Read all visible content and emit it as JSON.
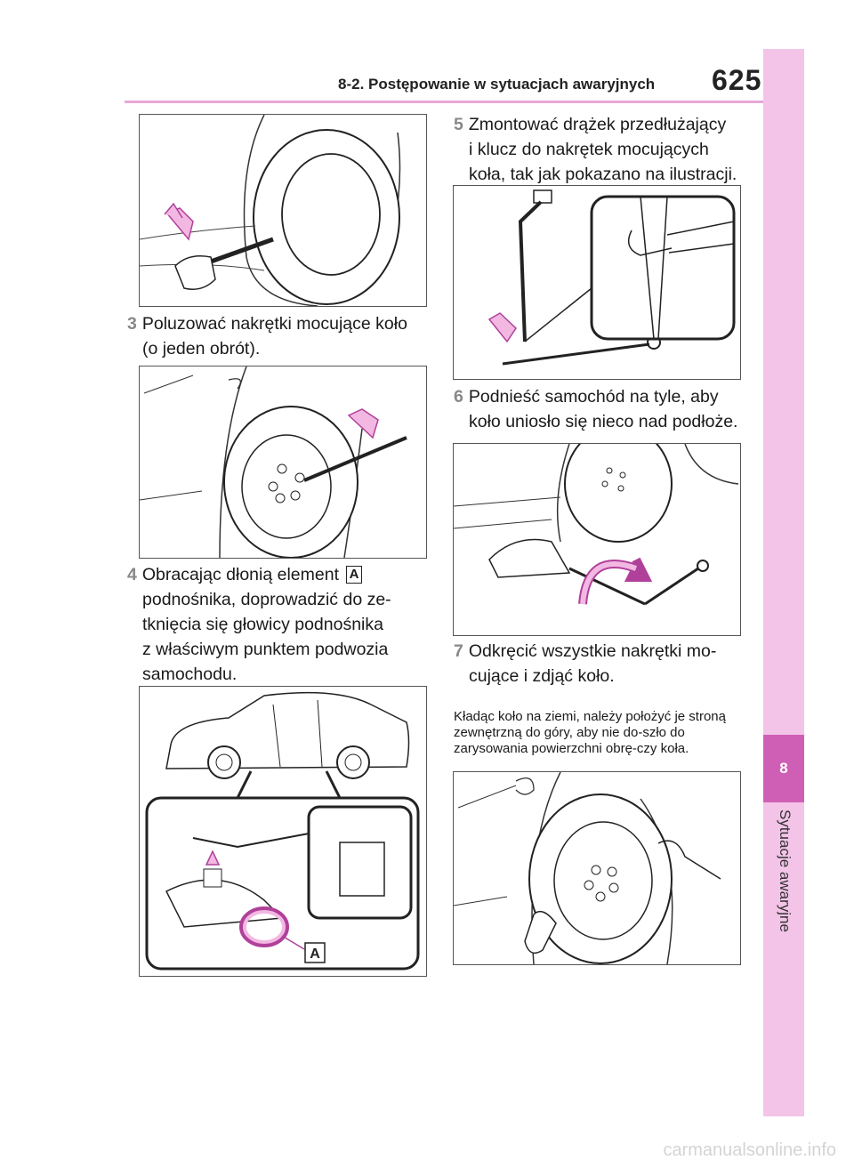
{
  "header": {
    "section_title": "8-2. Postępowanie w sytuacjach awaryjnych",
    "page_number": "625"
  },
  "side_tab": {
    "chapter_number": "8",
    "chapter_label": "Sytuacje awaryjne"
  },
  "steps": [
    {
      "number": "3",
      "line1": "Poluzować nakrętki mocujące koło",
      "line2": "(o jeden obrót)."
    },
    {
      "number": "4",
      "line1": "Obracając dłonią element",
      "marker": "A",
      "line2": "podnośnika, doprowadzić do ze-",
      "line3": "tknięcia się głowicy podnośnika",
      "line4": "z właściwym punktem podwozia",
      "line5": "samochodu."
    },
    {
      "number": "5",
      "line1": "Zmontować drążek przedłużający",
      "line2": "i klucz do nakrętek mocujących",
      "line3": "koła, tak jak pokazano na ilustracji."
    },
    {
      "number": "6",
      "line1": "Podnieść samochód na tyle, aby",
      "line2": "koło uniosło się nieco nad podłoże."
    },
    {
      "number": "7",
      "line1": "Odkręcić wszystkie nakrętki mo-",
      "line2": "cujące i zdjąć koło."
    }
  ],
  "note": "Kładąc koło na ziemi, należy położyć je stroną zewnętrzną do góry, aby nie do-szło do zarysowania powierzchni obrę-czy koła.",
  "figure_callout": "A",
  "watermark": "carmanualsonline.info",
  "colors": {
    "accent": "#cf5fb5",
    "tab_light": "#f3c4e8",
    "rule": "#e9a6d8",
    "arrow_fill": "#f2b8e2",
    "arrow_stroke": "#b0409a"
  }
}
